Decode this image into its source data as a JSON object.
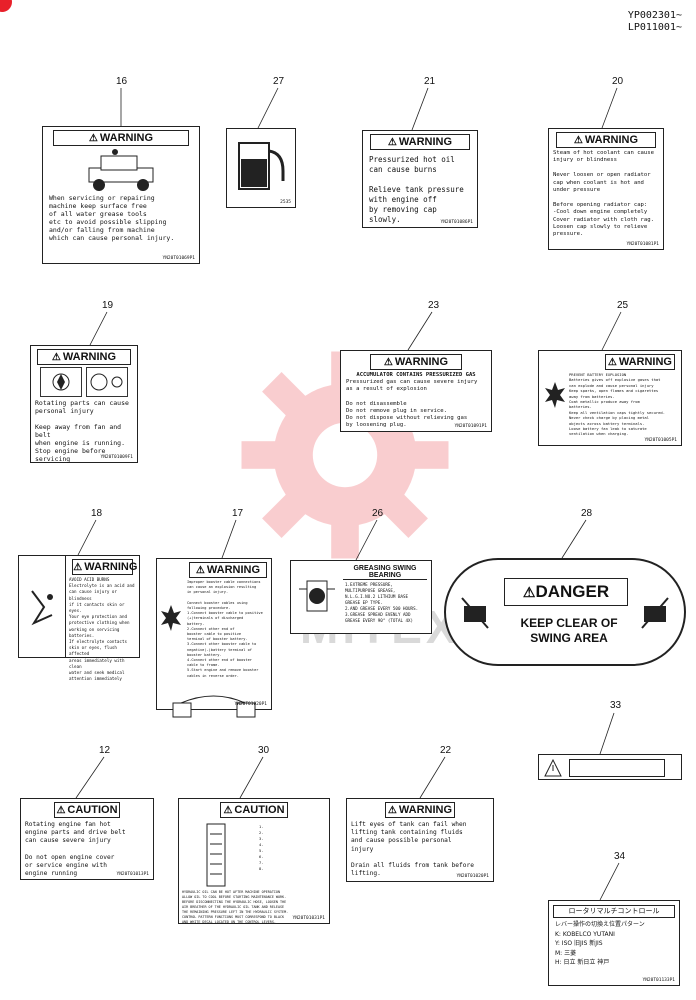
{
  "corner_codes": [
    "YP002301~",
    "LP011001~"
  ],
  "labels": [
    {
      "num": "16",
      "header": "WARNING",
      "lines": "When servicing or repairing\nmachine keep surface free\nof all water grease tools\netc to avoid possible slipping\nand/or falling from machine\nwhich can cause personal injury.",
      "code": "YN20T01069P1"
    },
    {
      "num": "27",
      "code": "2535"
    },
    {
      "num": "21",
      "header": "WARNING",
      "lines": "Pressurized hot oil\ncan cause burns\n\nRelieve tank pressure\nwith engine off\nby removing cap slowly.",
      "code": "YN20T01086P1"
    },
    {
      "num": "20",
      "header": "WARNING",
      "lines": "Steam of hot coolant can cause\ninjury or blindness\n\nNever loosen or open radiator\ncap when coolant is hot and\nunder pressure\n\nBefore opening radiator cap:\n-Cool down engine completely\n Cover radiator with cloth rag.\n Loosen cap slowly to relieve\n pressure.",
      "code": "YN20T01081P1"
    },
    {
      "num": "19",
      "header": "WARNING",
      "lines": "Rotating parts can cause\npersonal injury\n\nKeep away from fan and belt\nwhen engine is running.\nStop engine before servicing",
      "code": "YN20T01009F1"
    },
    {
      "num": "23",
      "header": "WARNING",
      "subheader": "ACCUMULATOR CONTAINS PRESSURIZED GAS",
      "lines": "Pressurized gas can cause severe injury\nas a result of explosion\n\nDo not disassemble\nDo not remove plug in service.\nDo not dispose without relieving gas\nby loosening plug.",
      "code": "YN20T01091P1"
    },
    {
      "num": "25",
      "header": "WARNING",
      "lines": "PREVENT BATTERY EXPLOSION\nBatteries gives off explosive gases that\ncan explode and cause personal injury\nKeep sparks, open flames and cigarettes\naway from batteries.\nCoat metallic produce away from\nbatteries.\nKeep all ventilation caps tightly secured.\nNever check charge by placing metal\nobjects across battery terminals.\nLoose battery fan leak to saturate\nventilation when charging.",
      "code": "YN20T01005P1"
    },
    {
      "num": "18",
      "header": "WARNING",
      "lines": "AVOID ACID BURNS\nElectrolyte is an acid and\ncan cause injury or blindness\nif it contacts skin or eyes.\nYour eye protection and\nprotective clothing when\nworking on servicing batteries.\nIf electrolyte contacts\nskin or eyes, flush affected\nareas immediately with clean\nwater and seek medical\nattention immediately",
      "code": ""
    },
    {
      "num": "17",
      "header": "WARNING",
      "lines": "Improper booster cable connections\ncan cause an explosion resulting\nin personal injury.\n\nConnect booster cables using\nfollowing procedure.\n1.Connect booster cable to positive\n(+)terminals of discharged\nbattery.\n2.Connect other end of\nbooster cable to positive\nterminal of booster battery.\n3.Connect other booster cable to\nnegative(-)battery terminal of\nbooster battery.\n4.Connect other end of booster\ncable to frame.\n5.Start engine and remove booster\ncables in reverse order.",
      "code": "YN20T01020P1"
    },
    {
      "num": "26",
      "header": "GREASING SWING BEARING",
      "lines": "1.EXTREME PRESSURE,\nMULTIPURPOSE GREASE,\nN.L.G.I.NO.2 LITHIUM BASE\nGREASE EP TYPE.\n2.AND GREASE EVERY 500 HOURS.\n3.GREASE SPREAD EVENLY ADD\nGREASE EVERY 90° (TOTAL 4X)",
      "code": ""
    },
    {
      "num": "28",
      "header": "DANGER",
      "lines": "KEEP CLEAR OF\nSWING AREA",
      "code": ""
    },
    {
      "num": "33",
      "code": ""
    },
    {
      "num": "12",
      "header": "CAUTION",
      "lines": "Rotating engine fan hot\nengine parts and drive belt\ncan cause severe injury\n\nDo not open engine cover\nor service engine with\nengine running",
      "code": "YN20T01013P1"
    },
    {
      "num": "30",
      "header": "CAUTION",
      "lines": "HYDRAULIC OIL CAN BE HOT AFTER MACHINE OPERATION\nALLOW OIL TO COOL BEFORE STARTING MAINTENANCE WORK.\nBEFORE DISCONNECTING THE HYDRAULIC HOSE, LOOSEN THE\nAIR BREATHER OF THE HYDRAULIC OIL TANK AND RELEASE\nTHE REMAINING PRESSURE LEFT IN THE HYDRAULIC SYSTEM.\nCONTROL PATTERN FUNCTIONS MUST CORRESPOND TO BLACK\nAND WHITE DECAL LOCATED ON THE CONTROL LEVERS.",
      "code": "YN20T01031P1"
    },
    {
      "num": "22",
      "header": "WARNING",
      "lines": "Lift eyes of tank can fail when\nlifting tank containing fluids\nand cause possible personal\ninjury\n\nDrain all fluids from tank before\nlifting.",
      "code": "YN20T01020P1"
    },
    {
      "num": "34",
      "header": "ロータリマルチコントロール",
      "lines": "レバー操作の切換え位置パターン\nK: KOBELCO YUTANI\nY: ISO 旧JIS 新JIS\nM: 三菱\nH: 日立 新日立 神戸",
      "code": "YN20T01133P1"
    }
  ]
}
